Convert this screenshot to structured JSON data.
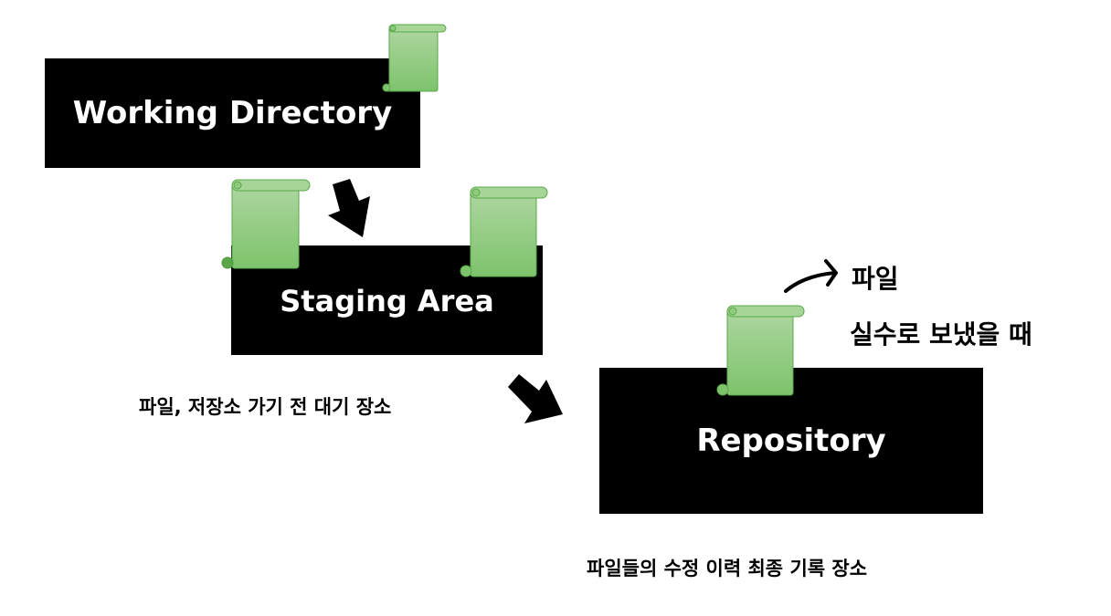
{
  "boxes": {
    "working_directory": "Working Directory",
    "staging_area": "Staging Area",
    "repository": "Repository"
  },
  "captions": {
    "staging": "파일, 저장소 가기 전 대기 장소",
    "repository": "파일들의 수정 이력 최종 기록 장소"
  },
  "note": {
    "line1": "파일",
    "line2": "실수로 보냈을 때"
  },
  "colors": {
    "box": "#000000",
    "box_text": "#ffffff",
    "scroll_light": "#a9d49b",
    "scroll_dark": "#7ec46c",
    "scroll_border": "#5aa74a"
  },
  "icons": [
    "file-scroll-icon",
    "down-arrow-icon",
    "curved-arrow-icon"
  ]
}
